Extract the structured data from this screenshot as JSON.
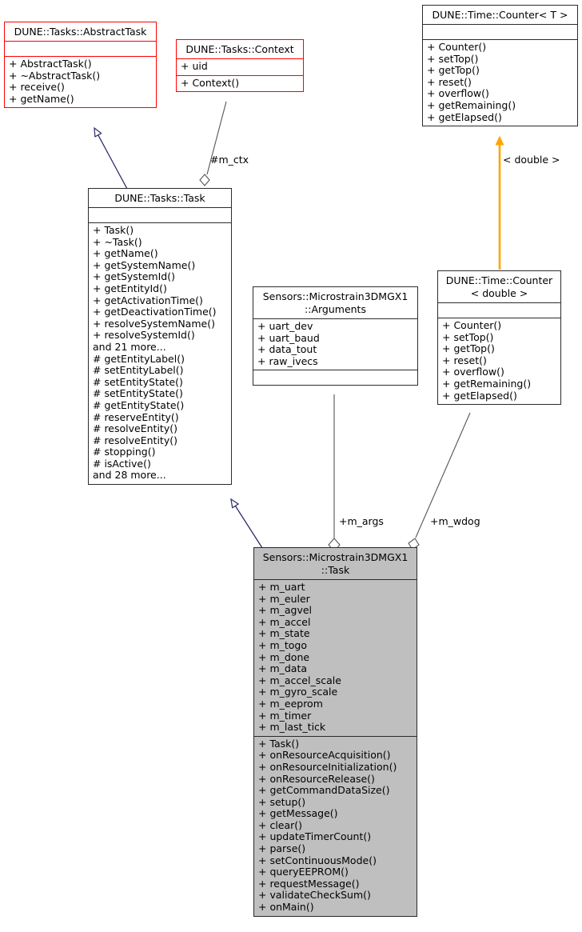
{
  "diagram": {
    "title": "UML class inheritance and collaboration diagram",
    "colors": {
      "red_border": "#ff0000",
      "dark_border": "#2b2b2b",
      "gray_fill": "#bfbfbf",
      "inheritance_arrow": "#2a2a6a",
      "template_arrow": "#ffa500",
      "aggregation_line": "#555555"
    }
  },
  "classes": {
    "abstract_task": {
      "name": "DUNE::Tasks::AbstractTask",
      "attributes": [],
      "methods": [
        "+ AbstractTask()",
        "+ ~AbstractTask()",
        "+ receive()",
        "+ getName()"
      ]
    },
    "context": {
      "name": "DUNE::Tasks::Context",
      "attributes": [
        "+ uid"
      ],
      "methods": [
        "+ Context()"
      ]
    },
    "counter_t": {
      "name": "DUNE::Time::Counter< T >",
      "attributes": [],
      "methods": [
        "+ Counter()",
        "+ setTop()",
        "+ getTop()",
        "+ reset()",
        "+ overflow()",
        "+ getRemaining()",
        "+ getElapsed()"
      ]
    },
    "dune_task": {
      "name": "DUNE::Tasks::Task",
      "attributes": [],
      "methods": [
        "+ Task()",
        "+ ~Task()",
        "+ getName()",
        "+ getSystemName()",
        "+ getSystemId()",
        "+ getEntityId()",
        "+ getActivationTime()",
        "+ getDeactivationTime()",
        "+ resolveSystemName()",
        "+ resolveSystemId()",
        "and 21 more...",
        "# getEntityLabel()",
        "# setEntityLabel()",
        "# setEntityState()",
        "# setEntityState()",
        "# getEntityState()",
        "# reserveEntity()",
        "# resolveEntity()",
        "# resolveEntity()",
        "# stopping()",
        "# isActive()",
        "and 28 more..."
      ]
    },
    "arguments": {
      "name_line1": "Sensors::Microstrain3DMGX1",
      "name_line2": "::Arguments",
      "attributes": [
        "+ uart_dev",
        "+ uart_baud",
        "+ data_tout",
        "+ raw_ivecs"
      ],
      "methods": []
    },
    "counter_double": {
      "name_line1": "DUNE::Time::Counter",
      "name_line2": "< double >",
      "attributes": [],
      "methods": [
        "+ Counter()",
        "+ setTop()",
        "+ getTop()",
        "+ reset()",
        "+ overflow()",
        "+ getRemaining()",
        "+ getElapsed()"
      ]
    },
    "microstrain_task": {
      "name_line1": "Sensors::Microstrain3DMGX1",
      "name_line2": "::Task",
      "attributes": [
        "+ m_uart",
        "+ m_euler",
        "+ m_agvel",
        "+ m_accel",
        "+ m_state",
        "+ m_togo",
        "+ m_done",
        "+ m_data",
        "+ m_accel_scale",
        "+ m_gyro_scale",
        "+ m_eeprom",
        "+ m_timer",
        "+ m_last_tick"
      ],
      "methods": [
        "+ Task()",
        "+ onResourceAcquisition()",
        "+ onResourceInitialization()",
        "+ onResourceRelease()",
        "+ getCommandDataSize()",
        "+ setup()",
        "+ getMessage()",
        "+ clear()",
        "+ updateTimerCount()",
        "+ parse()",
        "+ setContinuousMode()",
        "+ queryEEPROM()",
        "+ requestMessage()",
        "+ validateCheckSum()",
        "+ onMain()"
      ]
    }
  },
  "edge_labels": {
    "m_ctx": "#m_ctx",
    "template_double": "< double >",
    "m_args": "+m_args",
    "m_wdog": "+m_wdog"
  }
}
